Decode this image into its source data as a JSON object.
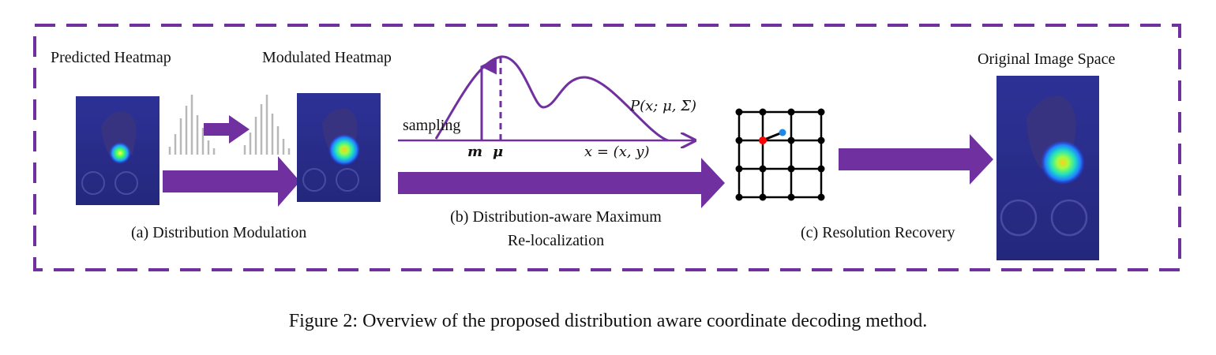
{
  "labels": {
    "predicted_heatmap": "Predicted Heatmap",
    "modulated_heatmap": "Modulated Heatmap",
    "original_image_space": "Original Image Space",
    "sampling": "sampling",
    "stage_a": "(a) Distribution Modulation",
    "stage_b_line1": "(b) Distribution-aware Maximum",
    "stage_b_line2": "Re-localization",
    "stage_c": "(c) Resolution Recovery"
  },
  "math": {
    "m": "m",
    "mu": "μ",
    "x_eq": "x = (x, y)",
    "prob": "P(x; μ, Σ)"
  },
  "caption": "Figure 2: Overview of the proposed distribution aware coordinate decoding method.",
  "colors": {
    "accent": "#7030a0",
    "image_bg": "#2a2a88",
    "grid_line": "#000000",
    "red_point": "#ff0000",
    "blue_point": "#1e88e5",
    "bar_gray": "#b8b8b8"
  }
}
